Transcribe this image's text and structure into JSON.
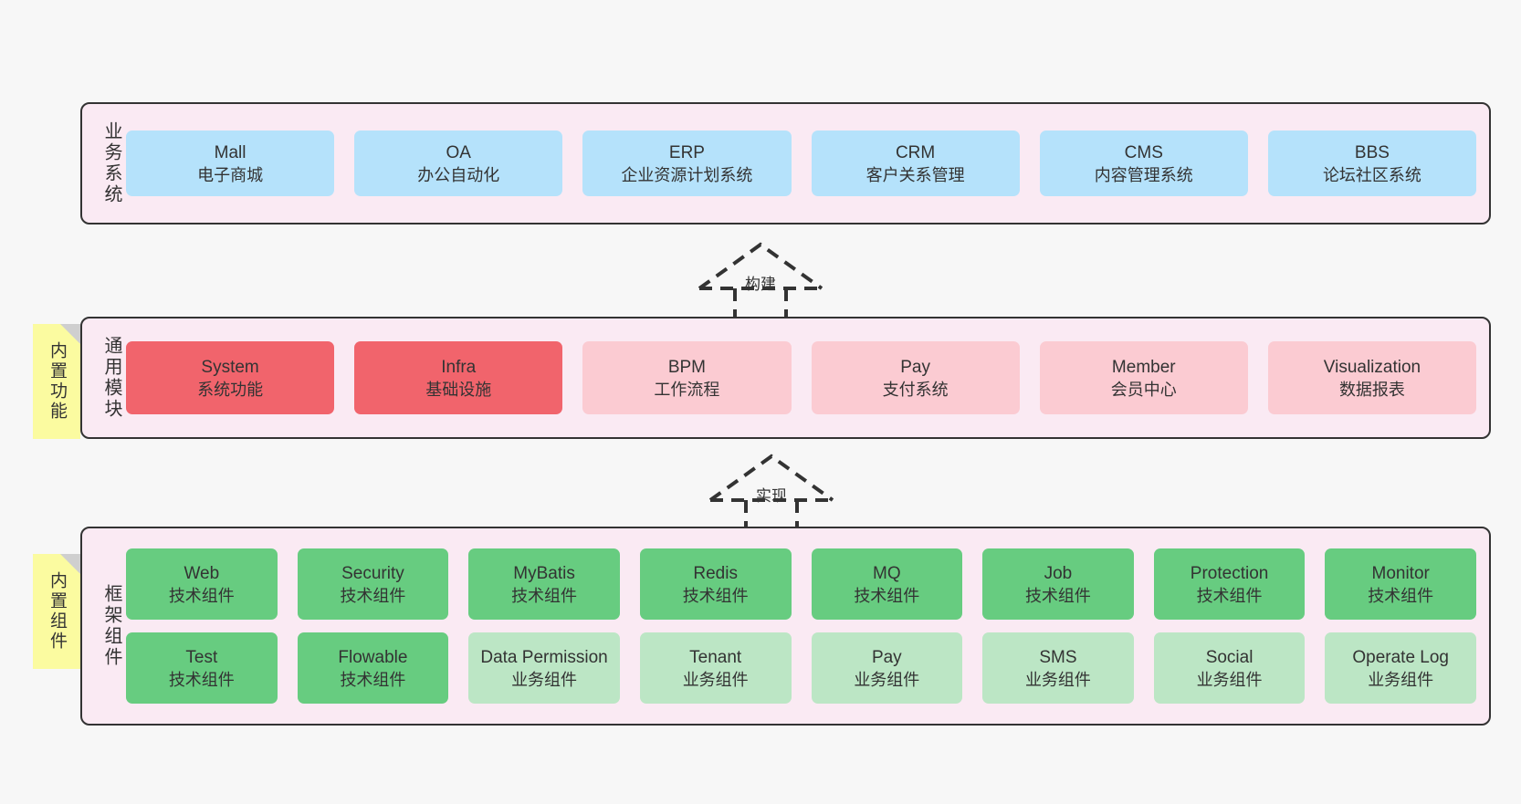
{
  "diagram": {
    "background": "#F7F7F7",
    "container_bg": "#FAEAF3",
    "border_color": "#333333",
    "note_bg": "#FBFBA0"
  },
  "layers": [
    {
      "id": "business-systems",
      "label": "业务系统",
      "rows": [
        {
          "cells": [
            {
              "name": "mall",
              "title": "Mall",
              "subtitle": "电子商城",
              "color": "#B5E2FB"
            },
            {
              "name": "oa",
              "title": "OA",
              "subtitle": "办公自动化",
              "color": "#B5E2FB"
            },
            {
              "name": "erp",
              "title": "ERP",
              "subtitle": "企业资源计划系统",
              "color": "#B5E2FB"
            },
            {
              "name": "crm",
              "title": "CRM",
              "subtitle": "客户关系管理",
              "color": "#B5E2FB"
            },
            {
              "name": "cms",
              "title": "CMS",
              "subtitle": "内容管理系统",
              "color": "#B5E2FB"
            },
            {
              "name": "bbs",
              "title": "BBS",
              "subtitle": "论坛社区系统",
              "color": "#B5E2FB"
            }
          ]
        }
      ]
    },
    {
      "id": "common-modules",
      "label": "通用模块",
      "note": "内置功能",
      "rows": [
        {
          "cells": [
            {
              "name": "system",
              "title": "System",
              "subtitle": "系统功能",
              "color": "#F1646C"
            },
            {
              "name": "infra",
              "title": "Infra",
              "subtitle": "基础设施",
              "color": "#F1646C"
            },
            {
              "name": "bpm",
              "title": "BPM",
              "subtitle": "工作流程",
              "color": "#FBCBD2"
            },
            {
              "name": "pay",
              "title": "Pay",
              "subtitle": "支付系统",
              "color": "#FBCBD2"
            },
            {
              "name": "member",
              "title": "Member",
              "subtitle": "会员中心",
              "color": "#FBCBD2"
            },
            {
              "name": "visualization",
              "title": "Visualization",
              "subtitle": "数据报表",
              "color": "#FBCBD2"
            }
          ]
        }
      ]
    },
    {
      "id": "framework-components",
      "label": "框架组件",
      "note": "内置组件",
      "rows": [
        {
          "cells": [
            {
              "name": "web",
              "title": "Web",
              "subtitle": "技术组件",
              "color": "#67CC80"
            },
            {
              "name": "security",
              "title": "Security",
              "subtitle": "技术组件",
              "color": "#67CC80"
            },
            {
              "name": "mybatis",
              "title": "MyBatis",
              "subtitle": "技术组件",
              "color": "#67CC80"
            },
            {
              "name": "redis",
              "title": "Redis",
              "subtitle": "技术组件",
              "color": "#67CC80"
            },
            {
              "name": "mq",
              "title": "MQ",
              "subtitle": "技术组件",
              "color": "#67CC80"
            },
            {
              "name": "job",
              "title": "Job",
              "subtitle": "技术组件",
              "color": "#67CC80"
            },
            {
              "name": "protection",
              "title": "Protection",
              "subtitle": "技术组件",
              "color": "#67CC80"
            },
            {
              "name": "monitor",
              "title": "Monitor",
              "subtitle": "技术组件",
              "color": "#67CC80"
            }
          ]
        },
        {
          "cells": [
            {
              "name": "test",
              "title": "Test",
              "subtitle": "技术组件",
              "color": "#67CC80"
            },
            {
              "name": "flowable",
              "title": "Flowable",
              "subtitle": "技术组件",
              "color": "#67CC80"
            },
            {
              "name": "data-permission",
              "title": "Data Permission",
              "subtitle": "业务组件",
              "color": "#BCE6C5"
            },
            {
              "name": "tenant",
              "title": "Tenant",
              "subtitle": "业务组件",
              "color": "#BCE6C5"
            },
            {
              "name": "pay-biz",
              "title": "Pay",
              "subtitle": "业务组件",
              "color": "#BCE6C5"
            },
            {
              "name": "sms",
              "title": "SMS",
              "subtitle": "业务组件",
              "color": "#BCE6C5"
            },
            {
              "name": "social",
              "title": "Social",
              "subtitle": "业务组件",
              "color": "#BCE6C5"
            },
            {
              "name": "operate-log",
              "title": "Operate Log",
              "subtitle": "业务组件",
              "color": "#BCE6C5"
            }
          ]
        }
      ]
    }
  ],
  "arrows": [
    {
      "id": "arrow-build",
      "label": "构建"
    },
    {
      "id": "arrow-implement",
      "label": "实现"
    }
  ]
}
